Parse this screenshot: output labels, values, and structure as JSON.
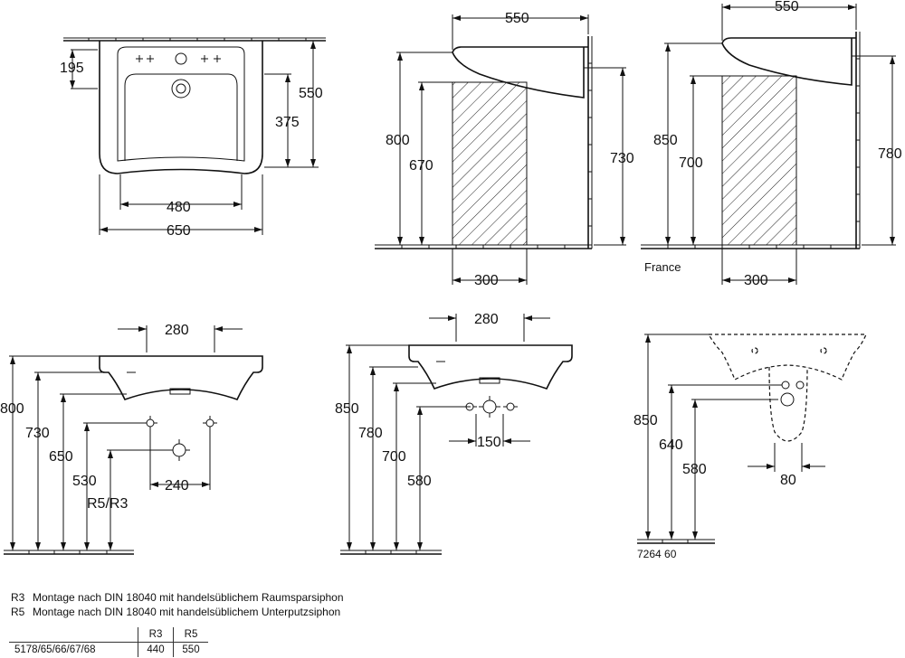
{
  "top_left": {
    "d195": "195",
    "d550": "550",
    "d375": "375",
    "d480": "480",
    "d650": "650"
  },
  "top_mid": {
    "d550": "550",
    "d800": "800",
    "d670": "670",
    "d730": "730",
    "d300": "300"
  },
  "top_right": {
    "d550": "550",
    "d850": "850",
    "d700": "700",
    "d780": "780",
    "d300": "300",
    "label_france": "France"
  },
  "bot_left": {
    "d280": "280",
    "d800": "800",
    "d730": "730",
    "d650": "650",
    "d530": "530",
    "d240": "240",
    "label_r5r3": "R5/R3"
  },
  "bot_mid": {
    "d280": "280",
    "d850": "850",
    "d780": "780",
    "d700": "700",
    "d580": "580",
    "d150": "150"
  },
  "bot_right": {
    "d850": "850",
    "d640": "640",
    "d580": "580",
    "d80": "80",
    "label_code": "7264 60"
  },
  "legend": [
    {
      "code": "R3",
      "text": "Montage nach DIN 18040 mit handelsüblichem Raumsparsiphon"
    },
    {
      "code": "R5",
      "text": "Montage nach DIN 18040 mit handelsüblichem Unterputzsiphon"
    }
  ],
  "table": {
    "headers": [
      "",
      "R3",
      "R5"
    ],
    "row": {
      "model": "5178/65/66/67/68",
      "r3": "440",
      "r5": "550"
    }
  }
}
